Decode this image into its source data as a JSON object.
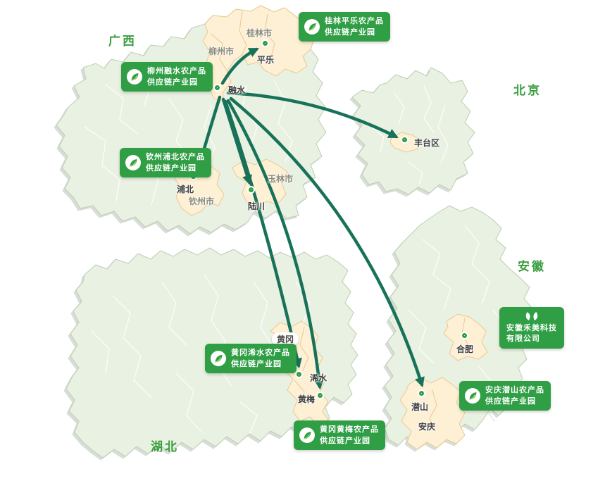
{
  "provinces": {
    "guangxi": "广西",
    "beijing": "北京",
    "anhui": "安徽",
    "hubei": "湖北"
  },
  "places": {
    "liuzhou": "柳州市",
    "guilin": "桂林市",
    "pingle": "平乐",
    "rongshui": "融水",
    "yulin": "玉林市",
    "qinzhou": "钦州市",
    "pubei": "浦北",
    "luchuan": "陆川",
    "fengtai": "丰台区",
    "huanggang": "黄冈",
    "xishui": "浠水",
    "huangmei": "黄梅",
    "hefei": "合肥",
    "qianshan": "潜山",
    "anqing": "安庆"
  },
  "callouts": [
    {
      "id": "guilin-pingle",
      "line1": "桂林平乐农产品",
      "line2": "供应链产业园"
    },
    {
      "id": "liuzhou-rongshui",
      "line1": "柳州融水农产品",
      "line2": "供应链产业园"
    },
    {
      "id": "qinzhou-pubei",
      "line1": "钦州浦北农产品",
      "line2": "供应链产业园"
    },
    {
      "id": "huanggang-xishui",
      "line1": "黄冈浠水农产品",
      "line2": "供应链产业园"
    },
    {
      "id": "huanggang-huangmei",
      "line1": "黄冈黄梅农产品",
      "line2": "供应链产业园"
    },
    {
      "id": "anqing-qianshan",
      "line1": "安庆潜山农产品",
      "line2": "供应链产业园"
    },
    {
      "id": "hemei-company",
      "line1": "安徽禾美科技",
      "line2": "有限公司"
    }
  ],
  "icons": {
    "sprout": "sprout-leaf-icon",
    "company_logo": "hemei-twin-leaves-logo"
  },
  "colors": {
    "callout_green": "#2f9e44",
    "arrow_teal": "#187259",
    "province_fill": "#e9f1e2",
    "highlight_fill": "#fdf0d5",
    "label_green": "#3a9e3f"
  }
}
